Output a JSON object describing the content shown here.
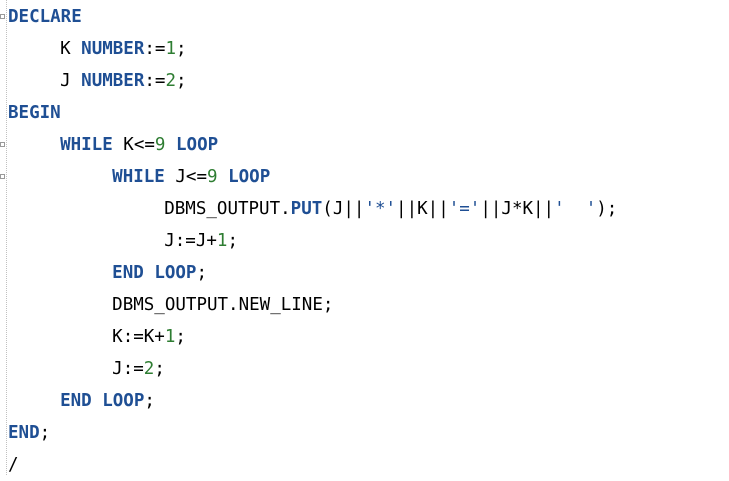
{
  "editor": {
    "fold_markers": [
      {
        "symbol": "⊟",
        "line": 1
      },
      {
        "symbol": "⊟",
        "line": 5
      },
      {
        "symbol": "⊟",
        "line": 6
      }
    ],
    "lines": [
      {
        "indent": 0,
        "tokens": [
          {
            "t": "DECLARE",
            "c": "kw"
          }
        ]
      },
      {
        "indent": 2,
        "tokens": [
          {
            "t": "K ",
            "c": "plain"
          },
          {
            "t": "NUMBER",
            "c": "kw"
          },
          {
            "t": ":=",
            "c": "plain"
          },
          {
            "t": "1",
            "c": "num"
          },
          {
            "t": ";",
            "c": "plain"
          }
        ]
      },
      {
        "indent": 2,
        "tokens": [
          {
            "t": "J ",
            "c": "plain"
          },
          {
            "t": "NUMBER",
            "c": "kw"
          },
          {
            "t": ":=",
            "c": "plain"
          },
          {
            "t": "2",
            "c": "num"
          },
          {
            "t": ";",
            "c": "plain"
          }
        ]
      },
      {
        "indent": 0,
        "tokens": [
          {
            "t": "BEGIN",
            "c": "kw"
          }
        ]
      },
      {
        "indent": 2,
        "tokens": [
          {
            "t": "WHILE",
            "c": "kw"
          },
          {
            "t": " K<=",
            "c": "plain"
          },
          {
            "t": "9",
            "c": "num"
          },
          {
            "t": " ",
            "c": "plain"
          },
          {
            "t": "LOOP",
            "c": "kw"
          }
        ]
      },
      {
        "indent": 4,
        "tokens": [
          {
            "t": "WHILE",
            "c": "kw"
          },
          {
            "t": " J<=",
            "c": "plain"
          },
          {
            "t": "9",
            "c": "num"
          },
          {
            "t": " ",
            "c": "plain"
          },
          {
            "t": "LOOP",
            "c": "kw"
          }
        ]
      },
      {
        "indent": 6,
        "tokens": [
          {
            "t": "DBMS_OUTPUT.",
            "c": "plain"
          },
          {
            "t": "PUT",
            "c": "kw"
          },
          {
            "t": "(J||",
            "c": "plain"
          },
          {
            "t": "'*'",
            "c": "str"
          },
          {
            "t": "||K||",
            "c": "plain"
          },
          {
            "t": "'='",
            "c": "str"
          },
          {
            "t": "||J*K||",
            "c": "plain"
          },
          {
            "t": "'  '",
            "c": "str"
          },
          {
            "t": ");",
            "c": "plain"
          }
        ]
      },
      {
        "indent": 6,
        "tokens": [
          {
            "t": "J:=J+",
            "c": "plain"
          },
          {
            "t": "1",
            "c": "num"
          },
          {
            "t": ";",
            "c": "plain"
          }
        ]
      },
      {
        "indent": 4,
        "tokens": [
          {
            "t": "END",
            "c": "kw"
          },
          {
            "t": " ",
            "c": "plain"
          },
          {
            "t": "LOOP",
            "c": "kw"
          },
          {
            "t": ";",
            "c": "plain"
          }
        ]
      },
      {
        "indent": 4,
        "tokens": [
          {
            "t": "DBMS_OUTPUT.NEW_LINE;",
            "c": "plain"
          }
        ]
      },
      {
        "indent": 4,
        "tokens": [
          {
            "t": "K:=K+",
            "c": "plain"
          },
          {
            "t": "1",
            "c": "num"
          },
          {
            "t": ";",
            "c": "plain"
          }
        ]
      },
      {
        "indent": 4,
        "tokens": [
          {
            "t": "J:=",
            "c": "plain"
          },
          {
            "t": "2",
            "c": "num"
          },
          {
            "t": ";",
            "c": "plain"
          }
        ]
      },
      {
        "indent": 2,
        "tokens": [
          {
            "t": "END",
            "c": "kw"
          },
          {
            "t": " ",
            "c": "plain"
          },
          {
            "t": "LOOP",
            "c": "kw"
          },
          {
            "t": ";",
            "c": "plain"
          }
        ]
      },
      {
        "indent": 0,
        "tokens": [
          {
            "t": "END",
            "c": "kw"
          },
          {
            "t": ";",
            "c": "plain"
          }
        ]
      },
      {
        "indent": 0,
        "tokens": [
          {
            "t": "/",
            "c": "plain"
          }
        ]
      }
    ]
  },
  "colors": {
    "keyword": "#1f4f94",
    "number": "#2e7d32",
    "string": "#1f4f94",
    "text": "#000000"
  }
}
